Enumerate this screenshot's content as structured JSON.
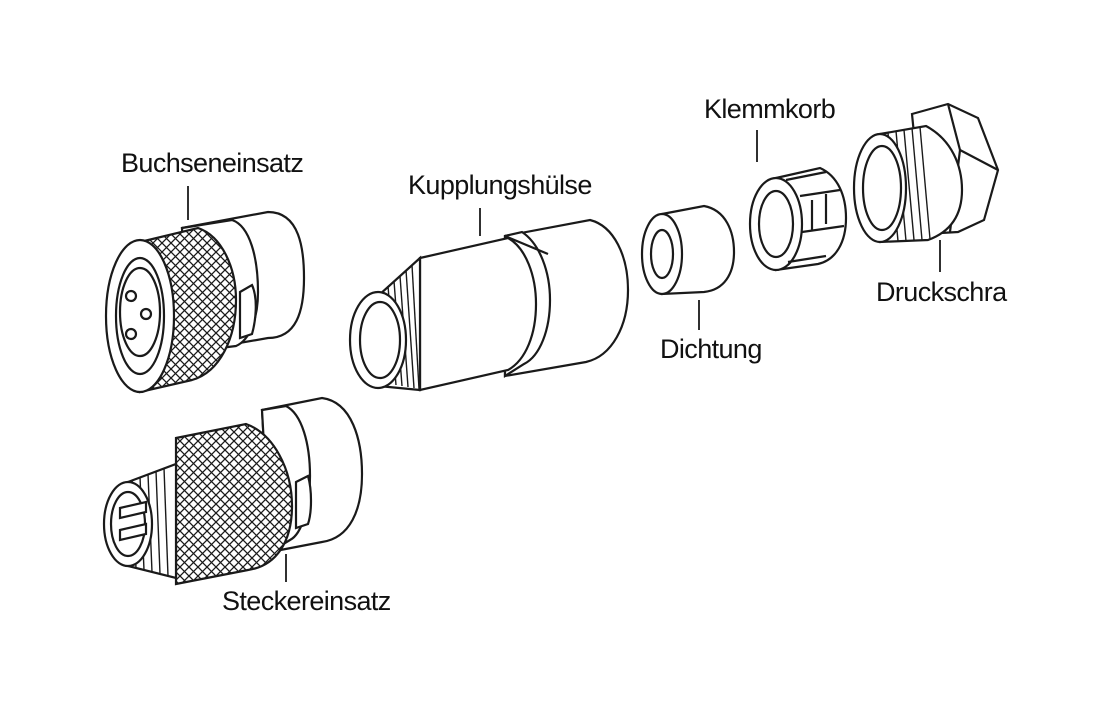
{
  "labels": {
    "buchseneinsatz": "Buchseneinsatz",
    "kupplungshuelse": "Kupplungshülse",
    "klemmkorb": "Klemmkorb",
    "dichtung": "Dichtung",
    "druckschraube": "Druckschra",
    "steckereinsatz": "Steckereinsatz"
  }
}
